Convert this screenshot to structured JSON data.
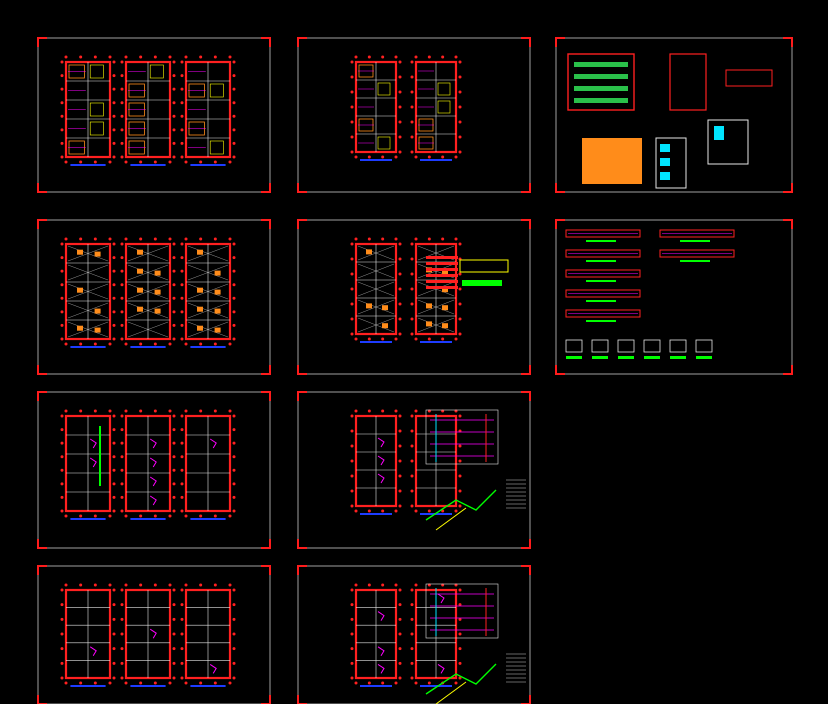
{
  "app": {
    "name": "",
    "background": "#000000"
  },
  "colors": {
    "frame": "#c8c8c8",
    "corner": "#ff1c1c",
    "wall": "#ff2020",
    "text": "#ffffff",
    "title": "#1d3cff",
    "magenta": "#ff00ff",
    "green": "#00ff00",
    "orange": "#ff8c1a",
    "cyan": "#00e5ff",
    "yellow": "#ffff00"
  },
  "sheets": [
    {
      "id": "sheet-1",
      "type": "architecture-plans",
      "plans": 3
    },
    {
      "id": "sheet-2",
      "type": "architecture-plans",
      "plans": 2
    },
    {
      "id": "sheet-3",
      "type": "elevations-sections"
    },
    {
      "id": "sheet-4",
      "type": "structural-plans",
      "plans": 3
    },
    {
      "id": "sheet-5",
      "type": "structural-plans-details",
      "plans": 2
    },
    {
      "id": "sheet-6",
      "type": "beam-details"
    },
    {
      "id": "sheet-7",
      "type": "water-installation-plans",
      "plans": 3
    },
    {
      "id": "sheet-8",
      "type": "water-installation-isometric",
      "plans": 2
    },
    {
      "id": "sheet-9",
      "type": "drainage-plans",
      "plans": 3
    },
    {
      "id": "sheet-10",
      "type": "drainage-isometric",
      "plans": 2
    }
  ]
}
